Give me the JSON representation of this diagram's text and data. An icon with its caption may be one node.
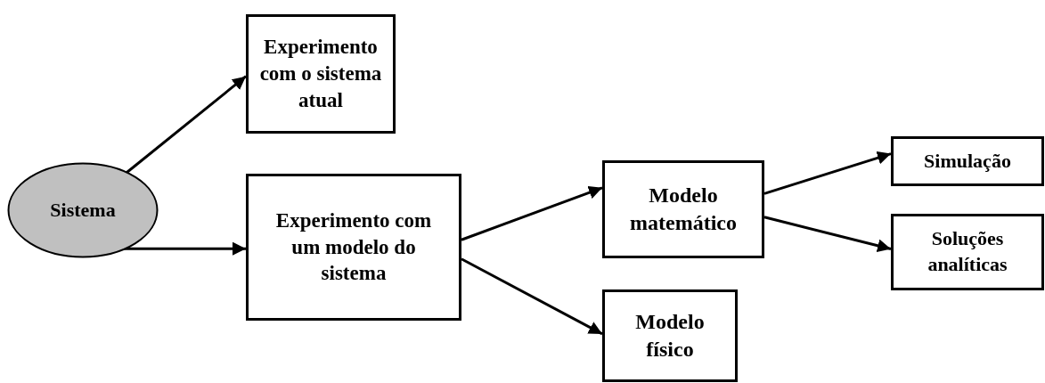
{
  "diagram": {
    "nodes": [
      {
        "text": [
          "Sistema"
        ]
      },
      {
        "text": [
          "Experimento com o sistema atual"
        ]
      },
      {
        "text": [
          "Experimento com um modelo do sistema"
        ]
      },
      {
        "text": [
          "Modelo matemático"
        ]
      },
      {
        "text": [
          "Modelo físico"
        ]
      },
      {
        "text": [
          "Simulação"
        ]
      },
      {
        "text": [
          "Soluções analíticas"
        ]
      }
    ],
    "edges": [
      {
        "from": 0,
        "to": 1,
        "arrow": "to"
      },
      {
        "from": 0,
        "to": 2,
        "arrow": "to"
      },
      {
        "from": 2,
        "to": 3,
        "arrow": "to"
      },
      {
        "from": 2,
        "to": 4,
        "arrow": "to"
      },
      {
        "from": 3,
        "to": 5,
        "arrow": "to"
      },
      {
        "from": 3,
        "to": 6,
        "arrow": "to"
      }
    ]
  }
}
